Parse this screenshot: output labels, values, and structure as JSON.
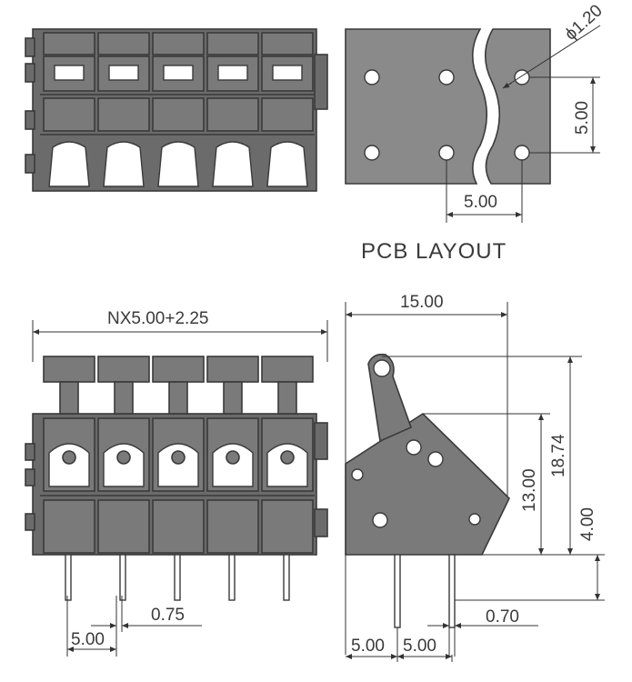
{
  "dimensions": {
    "hole_diameter": "ϕ1.20",
    "pcb_vertical_pitch": "5.00",
    "pcb_horizontal_pitch": "5.00",
    "overall_width_formula": "NX5.00+2.25",
    "depth": "15.00",
    "total_height": "18.74",
    "body_height": "13.00",
    "pin_length": "4.00",
    "front_pin_width": "0.75",
    "front_pin_pitch": "5.00",
    "side_pin_width": "0.70",
    "side_pitch_a": "5.00",
    "side_pitch_b": "5.00"
  },
  "labels": {
    "pcb_layout": "PCB LAYOUT"
  },
  "colors": {
    "body": "#6b6b6b",
    "outline": "#3a3a3a"
  }
}
